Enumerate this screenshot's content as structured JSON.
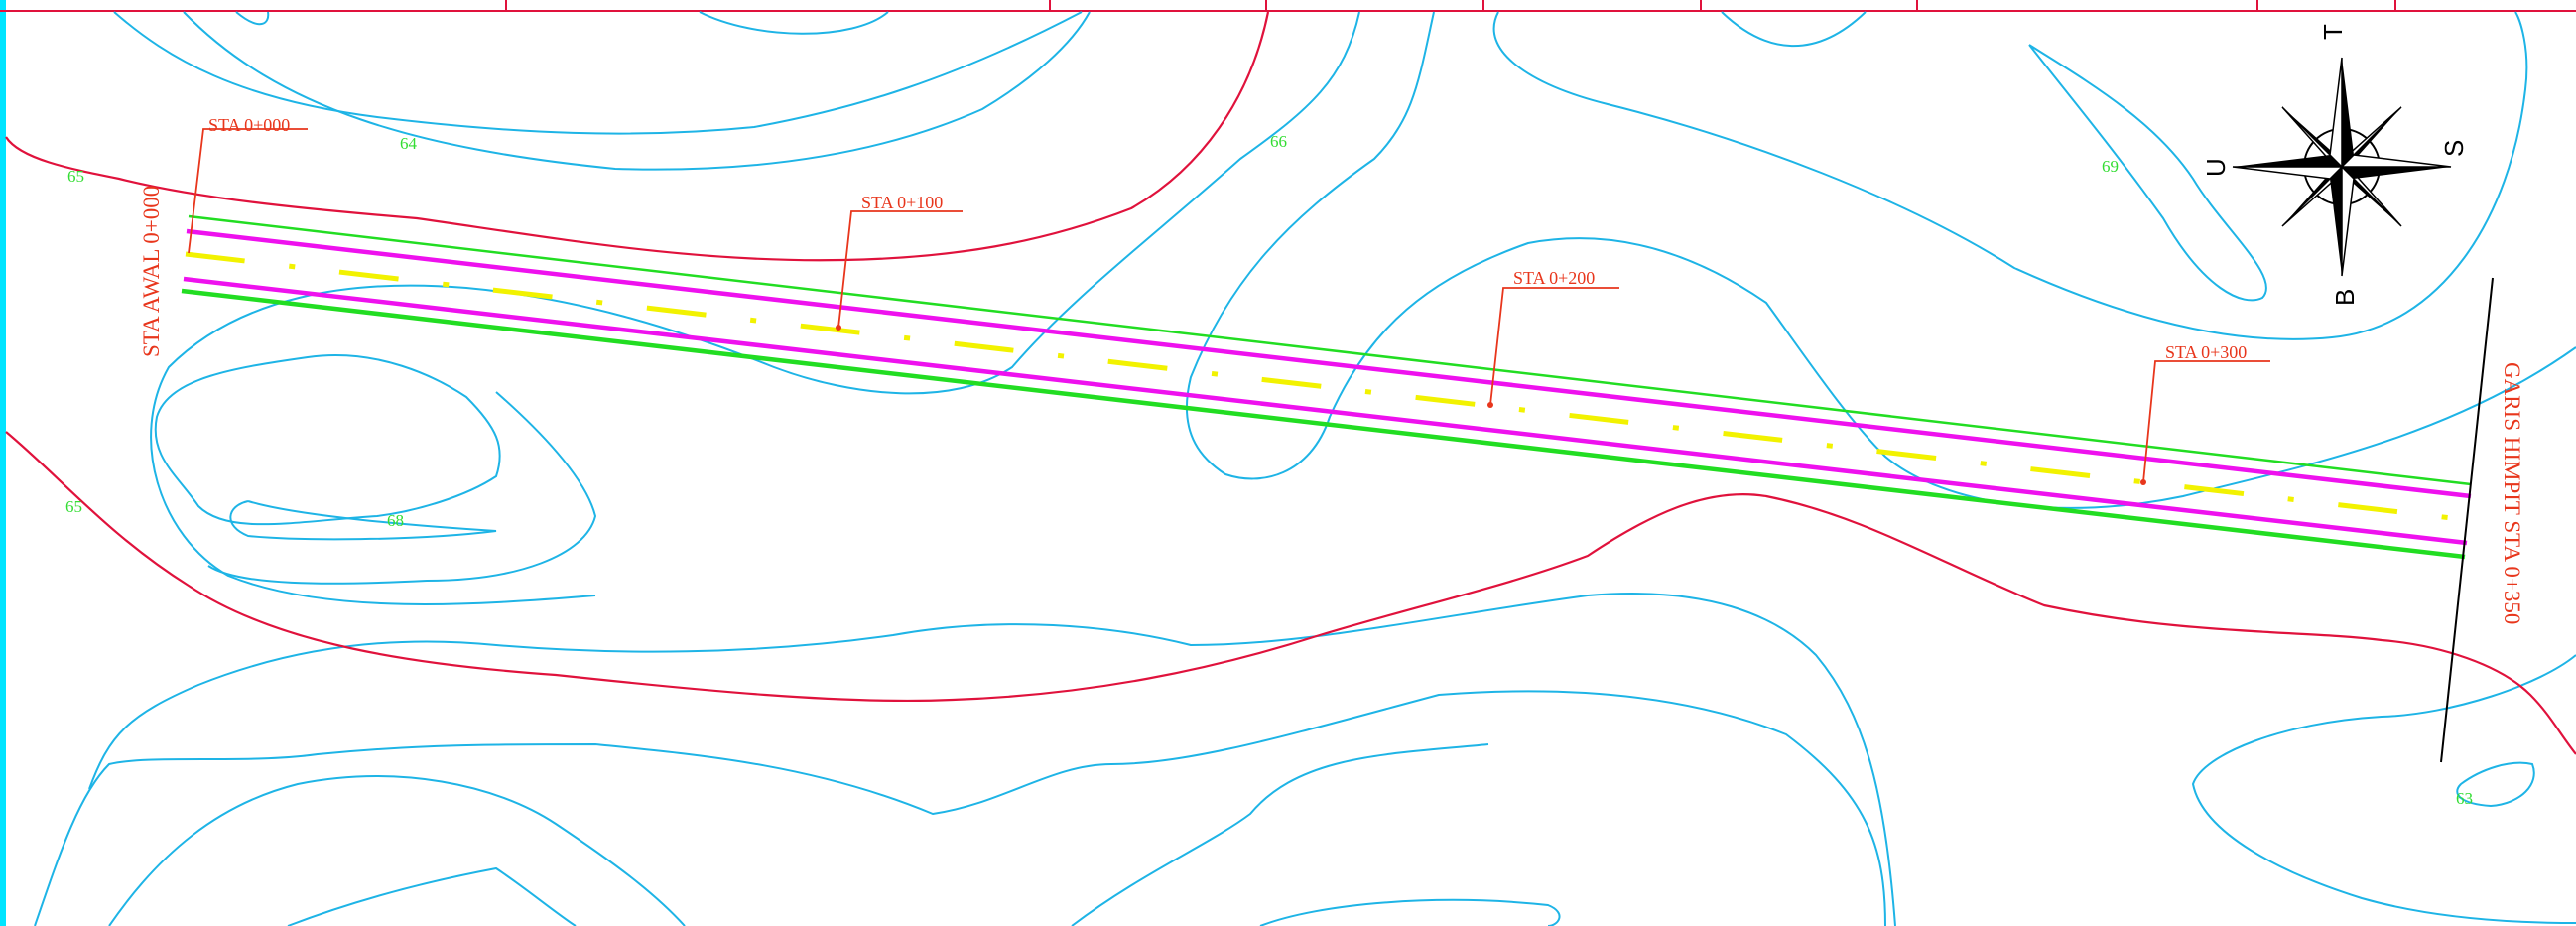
{
  "colors": {
    "contour": "#1eb4e6",
    "index_contour": "#e0123c",
    "road_edge": "#22dd22",
    "road_lane": "#ee11ee",
    "centerline": "#f2f200",
    "annotation": "#e8361c",
    "elevation_label": "#33dd33",
    "frame_left": "#00e5ff"
  },
  "stations": {
    "sta0": "STA 0+000",
    "sta100": "STA 0+100",
    "sta200": "STA 0+200",
    "sta300": "STA 0+300",
    "start_label": "STA AWAL 0+000",
    "end_label": "GARIS HIMPIT STA 0+350"
  },
  "elevations": {
    "e65_top": "65",
    "e64": "64",
    "e66": "66",
    "e69": "69",
    "e65_left": "65",
    "e68": "68",
    "e63": "63"
  },
  "compass": {
    "icon": "north-arrow-compass-rose",
    "north": "U",
    "south": "S",
    "east": "T",
    "west": "B"
  }
}
